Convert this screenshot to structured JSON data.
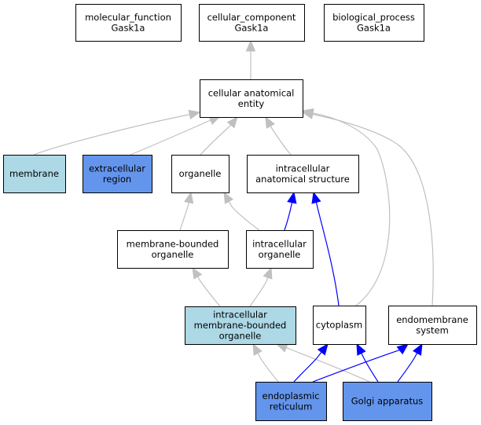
{
  "colors": {
    "default_fill": "#ffffff",
    "light_blue_fill": "#add8e6",
    "cornflower_fill": "#6495ed",
    "border": "#000000",
    "grey_edge": "#c0c0c0",
    "blue_edge": "#0000ff"
  },
  "nodes": [
    {
      "id": "mf",
      "lines": [
        "molecular_function",
        "Gask1a"
      ],
      "fill": "default"
    },
    {
      "id": "cc",
      "lines": [
        "cellular_component",
        "Gask1a"
      ],
      "fill": "default"
    },
    {
      "id": "bp",
      "lines": [
        "biological_process",
        "Gask1a"
      ],
      "fill": "default"
    },
    {
      "id": "cae",
      "lines": [
        "cellular anatomical",
        "entity"
      ],
      "fill": "default"
    },
    {
      "id": "mem",
      "lines": [
        "membrane"
      ],
      "fill": "light_blue"
    },
    {
      "id": "exr",
      "lines": [
        "extracellular",
        "region"
      ],
      "fill": "cornflower"
    },
    {
      "id": "org",
      "lines": [
        "organelle"
      ],
      "fill": "default"
    },
    {
      "id": "ias",
      "lines": [
        "intracellular",
        "anatomical structure"
      ],
      "fill": "default"
    },
    {
      "id": "mbo",
      "lines": [
        "membrane-bounded",
        "organelle"
      ],
      "fill": "default"
    },
    {
      "id": "io",
      "lines": [
        "intracellular",
        "organelle"
      ],
      "fill": "default"
    },
    {
      "id": "imbo",
      "lines": [
        "intracellular",
        "membrane-bounded",
        "organelle"
      ],
      "fill": "light_blue"
    },
    {
      "id": "cyt",
      "lines": [
        "cytoplasm"
      ],
      "fill": "default"
    },
    {
      "id": "ems",
      "lines": [
        "endomembrane",
        "system"
      ],
      "fill": "default"
    },
    {
      "id": "er",
      "lines": [
        "endoplasmic",
        "reticulum"
      ],
      "fill": "cornflower"
    },
    {
      "id": "ga",
      "lines": [
        "Golgi apparatus"
      ],
      "fill": "cornflower"
    }
  ],
  "edges": [
    {
      "from": "cae",
      "to": "cc",
      "type": "is_a"
    },
    {
      "from": "mem",
      "to": "cae",
      "type": "is_a"
    },
    {
      "from": "exr",
      "to": "cae",
      "type": "is_a"
    },
    {
      "from": "org",
      "to": "cae",
      "type": "is_a"
    },
    {
      "from": "ias",
      "to": "cae",
      "type": "is_a"
    },
    {
      "from": "cyt",
      "to": "cae",
      "type": "is_a"
    },
    {
      "from": "ems",
      "to": "cae",
      "type": "is_a"
    },
    {
      "from": "mbo",
      "to": "org",
      "type": "is_a"
    },
    {
      "from": "io",
      "to": "org",
      "type": "is_a"
    },
    {
      "from": "io",
      "to": "ias",
      "type": "part_of"
    },
    {
      "from": "cyt",
      "to": "ias",
      "type": "part_of"
    },
    {
      "from": "imbo",
      "to": "mbo",
      "type": "is_a"
    },
    {
      "from": "imbo",
      "to": "io",
      "type": "is_a"
    },
    {
      "from": "er",
      "to": "imbo",
      "type": "is_a"
    },
    {
      "from": "ga",
      "to": "imbo",
      "type": "is_a"
    },
    {
      "from": "er",
      "to": "cyt",
      "type": "part_of"
    },
    {
      "from": "ga",
      "to": "cyt",
      "type": "part_of"
    },
    {
      "from": "er",
      "to": "ems",
      "type": "part_of"
    },
    {
      "from": "ga",
      "to": "ems",
      "type": "part_of"
    }
  ]
}
